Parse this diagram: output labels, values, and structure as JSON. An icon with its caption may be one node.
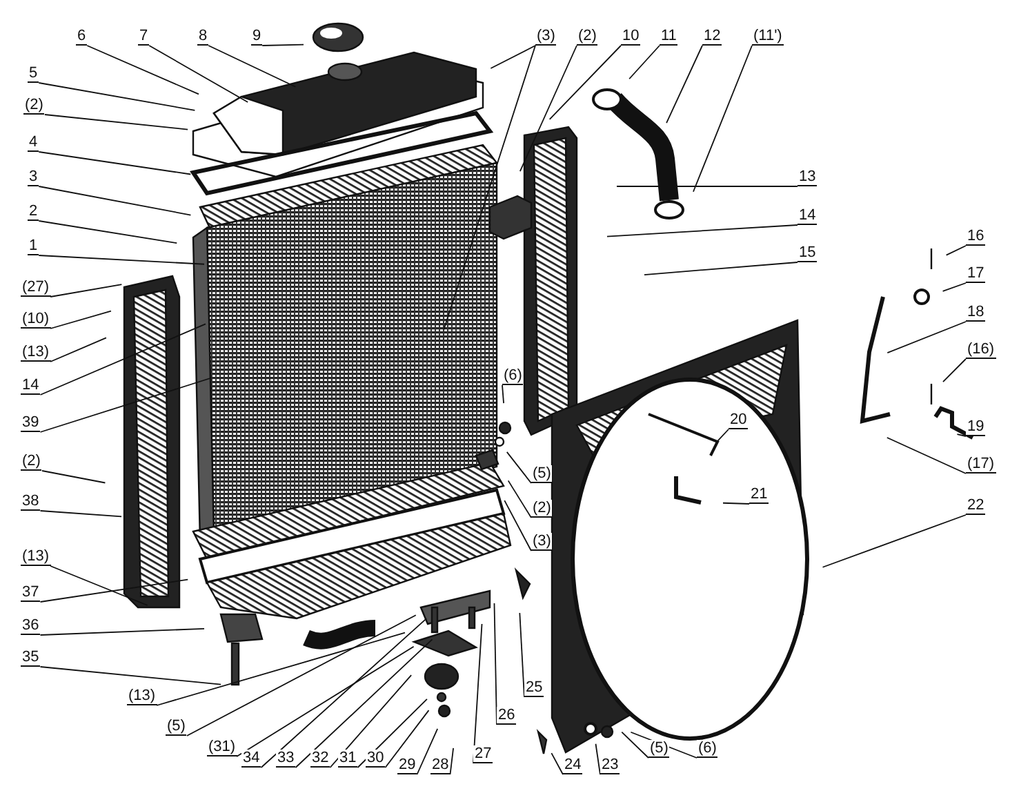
{
  "diagram": {
    "nodes": [
      {
        "text": [
          "6"
        ]
      },
      {
        "text": [
          "7"
        ]
      },
      {
        "text": [
          "8"
        ]
      },
      {
        "text": [
          "9"
        ]
      },
      {
        "text": [
          "(3)"
        ]
      },
      {
        "text": [
          "(2)"
        ]
      },
      {
        "text": [
          "10"
        ]
      },
      {
        "text": [
          "11"
        ]
      },
      {
        "text": [
          "12"
        ]
      },
      {
        "text": [
          "(11')"
        ]
      },
      {
        "text": [
          "5"
        ]
      },
      {
        "text": [
          "(2)"
        ]
      },
      {
        "text": [
          "4"
        ]
      },
      {
        "text": [
          "3"
        ]
      },
      {
        "text": [
          "2"
        ]
      },
      {
        "text": [
          "1"
        ]
      },
      {
        "text": [
          "13"
        ]
      },
      {
        "text": [
          "14"
        ]
      },
      {
        "text": [
          "15"
        ]
      },
      {
        "text": [
          "16"
        ]
      },
      {
        "text": [
          "17"
        ]
      },
      {
        "text": [
          "(27)"
        ]
      },
      {
        "text": [
          "(10)"
        ]
      },
      {
        "text": [
          "(13)"
        ]
      },
      {
        "text": [
          "18"
        ]
      },
      {
        "text": [
          "14"
        ]
      },
      {
        "text": [
          "(16)"
        ]
      },
      {
        "text": [
          "(6)"
        ]
      },
      {
        "text": [
          "39"
        ]
      },
      {
        "text": [
          "19"
        ]
      },
      {
        "text": [
          "20"
        ]
      },
      {
        "text": [
          "(5)"
        ]
      },
      {
        "text": [
          "(17)"
        ]
      },
      {
        "text": [
          "(2)"
        ]
      },
      {
        "text": [
          "21"
        ]
      },
      {
        "text": [
          "(2)"
        ]
      },
      {
        "text": [
          "38"
        ]
      },
      {
        "text": [
          "22"
        ]
      },
      {
        "text": [
          "(3)"
        ]
      },
      {
        "text": [
          "(13)"
        ]
      },
      {
        "text": [
          "37"
        ]
      },
      {
        "text": [
          "36"
        ]
      },
      {
        "text": [
          "35"
        ]
      },
      {
        "text": [
          "25"
        ]
      },
      {
        "text": [
          "(13)"
        ]
      },
      {
        "text": [
          "26"
        ]
      },
      {
        "text": [
          "(5)"
        ]
      },
      {
        "text": [
          "(31)"
        ]
      },
      {
        "text": [
          "34"
        ]
      },
      {
        "text": [
          "33"
        ]
      },
      {
        "text": [
          "32"
        ]
      },
      {
        "text": [
          "31"
        ]
      },
      {
        "text": [
          "30"
        ]
      },
      {
        "text": [
          "29"
        ]
      },
      {
        "text": [
          "28"
        ]
      },
      {
        "text": [
          "27"
        ]
      },
      {
        "text": [
          "24"
        ]
      },
      {
        "text": [
          "23"
        ]
      },
      {
        "text": [
          "(5)"
        ]
      },
      {
        "text": [
          "(6)"
        ]
      }
    ],
    "edges": [
      {
        "from": 0,
        "to": null,
        "arrow": "none"
      },
      {
        "from": 1,
        "to": null,
        "arrow": "none"
      },
      {
        "from": 2,
        "to": null,
        "arrow": "none"
      },
      {
        "from": 3,
        "to": null,
        "arrow": "none"
      },
      {
        "from": 4,
        "to": null,
        "arrow": "none"
      },
      {
        "from": 5,
        "to": null,
        "arrow": "none"
      },
      {
        "from": 6,
        "to": null,
        "arrow": "none"
      },
      {
        "from": 7,
        "to": null,
        "arrow": "none"
      },
      {
        "from": 8,
        "to": null,
        "arrow": "none"
      },
      {
        "from": 9,
        "to": null,
        "arrow": "none"
      },
      {
        "from": 10,
        "to": null,
        "arrow": "none"
      },
      {
        "from": 11,
        "to": null,
        "arrow": "none"
      },
      {
        "from": 12,
        "to": null,
        "arrow": "none"
      },
      {
        "from": 13,
        "to": null,
        "arrow": "none"
      },
      {
        "from": 14,
        "to": null,
        "arrow": "none"
      },
      {
        "from": 15,
        "to": null,
        "arrow": "none"
      },
      {
        "from": 16,
        "to": null,
        "arrow": "none"
      },
      {
        "from": 17,
        "to": null,
        "arrow": "none"
      },
      {
        "from": 18,
        "to": null,
        "arrow": "none"
      },
      {
        "from": 19,
        "to": null,
        "arrow": "none"
      },
      {
        "from": 20,
        "to": null,
        "arrow": "none"
      },
      {
        "from": 21,
        "to": null,
        "arrow": "none"
      },
      {
        "from": 22,
        "to": null,
        "arrow": "none"
      },
      {
        "from": 23,
        "to": null,
        "arrow": "none"
      },
      {
        "from": 24,
        "to": null,
        "arrow": "none"
      },
      {
        "from": 25,
        "to": null,
        "arrow": "none"
      },
      {
        "from": 26,
        "to": null,
        "arrow": "none"
      },
      {
        "from": 27,
        "to": null,
        "arrow": "none"
      },
      {
        "from": 28,
        "to": null,
        "arrow": "none"
      },
      {
        "from": 29,
        "to": null,
        "arrow": "none"
      },
      {
        "from": 30,
        "to": null,
        "arrow": "none"
      },
      {
        "from": 31,
        "to": null,
        "arrow": "none"
      },
      {
        "from": 32,
        "to": null,
        "arrow": "none"
      },
      {
        "from": 33,
        "to": null,
        "arrow": "none"
      },
      {
        "from": 34,
        "to": null,
        "arrow": "none"
      },
      {
        "from": 35,
        "to": null,
        "arrow": "none"
      },
      {
        "from": 36,
        "to": null,
        "arrow": "none"
      },
      {
        "from": 37,
        "to": null,
        "arrow": "none"
      },
      {
        "from": 38,
        "to": null,
        "arrow": "none"
      },
      {
        "from": 39,
        "to": null,
        "arrow": "none"
      },
      {
        "from": 40,
        "to": null,
        "arrow": "none"
      },
      {
        "from": 41,
        "to": null,
        "arrow": "none"
      },
      {
        "from": 42,
        "to": null,
        "arrow": "none"
      },
      {
        "from": 43,
        "to": null,
        "arrow": "none"
      },
      {
        "from": 44,
        "to": null,
        "arrow": "none"
      },
      {
        "from": 45,
        "to": null,
        "arrow": "none"
      },
      {
        "from": 46,
        "to": null,
        "arrow": "none"
      },
      {
        "from": 47,
        "to": null,
        "arrow": "none"
      },
      {
        "from": 48,
        "to": null,
        "arrow": "none"
      },
      {
        "from": 49,
        "to": null,
        "arrow": "none"
      },
      {
        "from": 50,
        "to": null,
        "arrow": "none"
      },
      {
        "from": 51,
        "to": null,
        "arrow": "none"
      },
      {
        "from": 52,
        "to": null,
        "arrow": "none"
      },
      {
        "from": 53,
        "to": null,
        "arrow": "none"
      },
      {
        "from": 54,
        "to": null,
        "arrow": "none"
      },
      {
        "from": 55,
        "to": null,
        "arrow": "none"
      },
      {
        "from": 56,
        "to": null,
        "arrow": "none"
      },
      {
        "from": 57,
        "to": null,
        "arrow": "none"
      },
      {
        "from": 58,
        "to": null,
        "arrow": "none"
      },
      {
        "from": 59,
        "to": null,
        "arrow": "none"
      },
      {
        "from": 4,
        "to": null,
        "arrow": "none"
      }
    ]
  }
}
